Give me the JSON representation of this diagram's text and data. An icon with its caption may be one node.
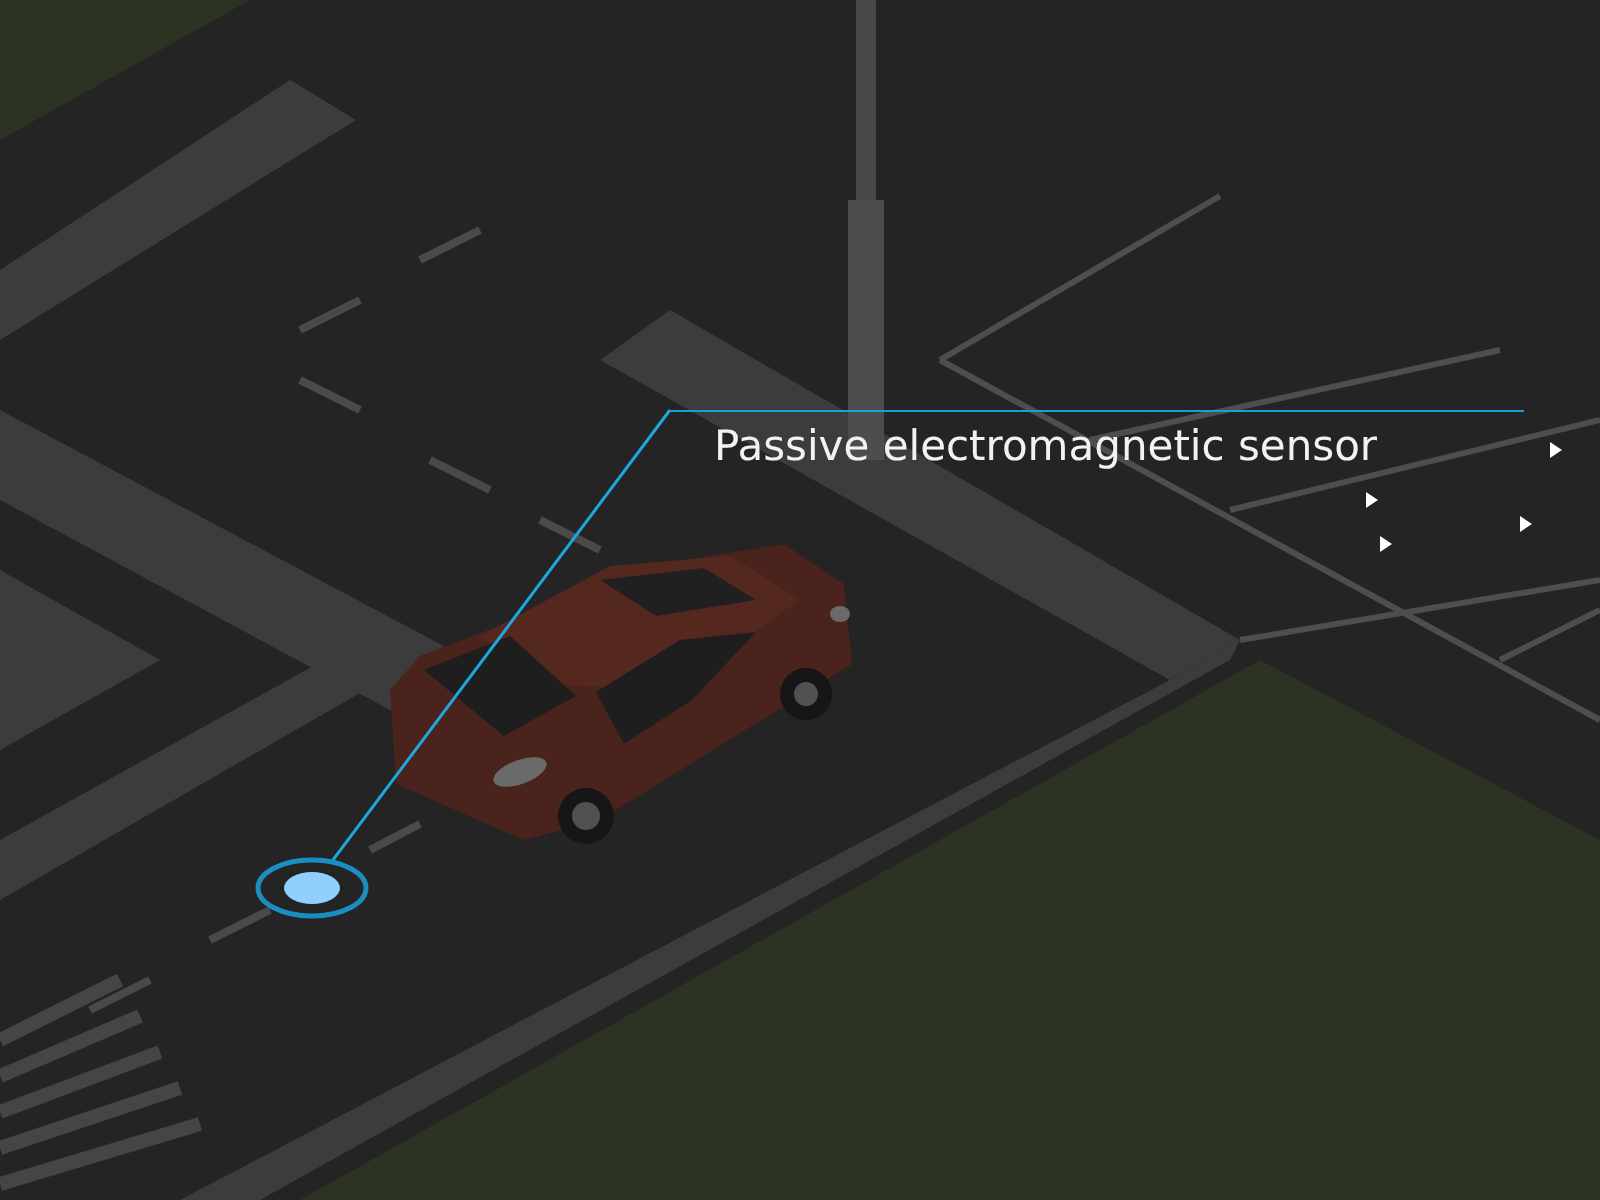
{
  "diagram": {
    "nodes": [
      {
        "text": [
          "Passive electromagnetic sensor"
        ]
      },
      {
        "text": [],
        "shape": "circle"
      }
    ],
    "edges": [
      {
        "from": 0,
        "to": 1,
        "arrow": "none"
      }
    ]
  }
}
